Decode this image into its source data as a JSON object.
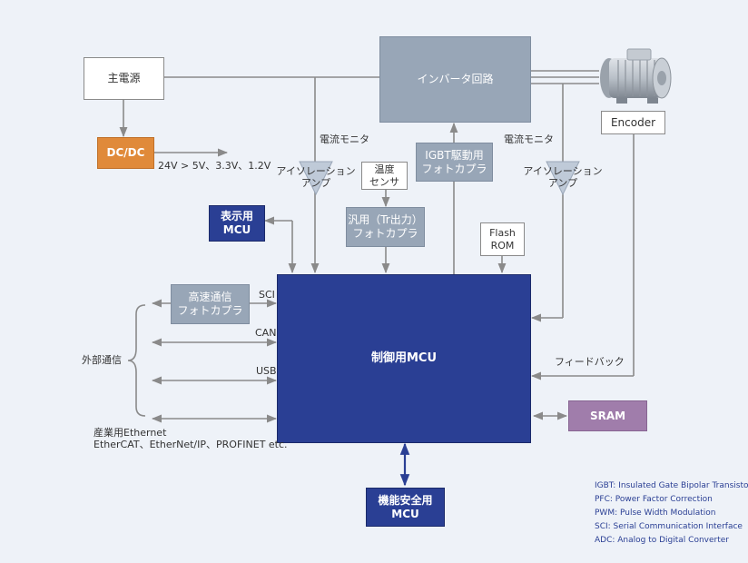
{
  "blocks": {
    "main_power": "主電源",
    "dcdc": "DC/DC",
    "inverter": "インバータ回路",
    "encoder": "Encoder",
    "display_mcu": [
      "表示用",
      "MCU"
    ],
    "temp_sensor": [
      "温度",
      "センサ"
    ],
    "general_photocoupler": [
      "汎用（Tr出力）",
      "フォトカプラ"
    ],
    "igbt_photocoupler": [
      "IGBT駆動用",
      "フォトカプラ"
    ],
    "flash_rom": [
      "Flash",
      "ROM"
    ],
    "highspeed_photocoupler": [
      "高速通信",
      "フォトカプラ"
    ],
    "control_mcu": "制御用MCU",
    "sram": "SRAM",
    "safety_mcu": [
      "機能安全用",
      "MCU"
    ]
  },
  "labels": {
    "dcdc_outputs": "24V > 5V、3.3V、1.2V",
    "current_monitor_left": "電流モニタ",
    "current_monitor_right": "電流モニタ",
    "isolation_amp_left": [
      "アイソレーション",
      "アンプ"
    ],
    "isolation_amp_right": [
      "アイソレーション",
      "アンプ"
    ],
    "sci": "SCI",
    "can": "CAN",
    "usb": "USB",
    "external_comm": "外部通信",
    "industrial_ethernet": [
      "産業用Ethernet",
      "EtherCAT、EtherNet/IP、PROFINET etc."
    ],
    "feedback": "フィードバック"
  },
  "legend": [
    "IGBT: Insulated Gate Bipolar Transistor",
    "PFC: Power Factor Correction",
    "PWM: Pulse Width Modulation",
    "SCI: Serial Communication Interface",
    "ADC: Analog to Digital Converter"
  ],
  "colors": {
    "navy": "#2a3f94",
    "gray": "#98a6b7",
    "orange": "#e08a3a",
    "purple": "#a07dab",
    "line": "#8a8a8a",
    "background": "#eef2f8"
  },
  "icons": {
    "motor": "motor-icon"
  }
}
